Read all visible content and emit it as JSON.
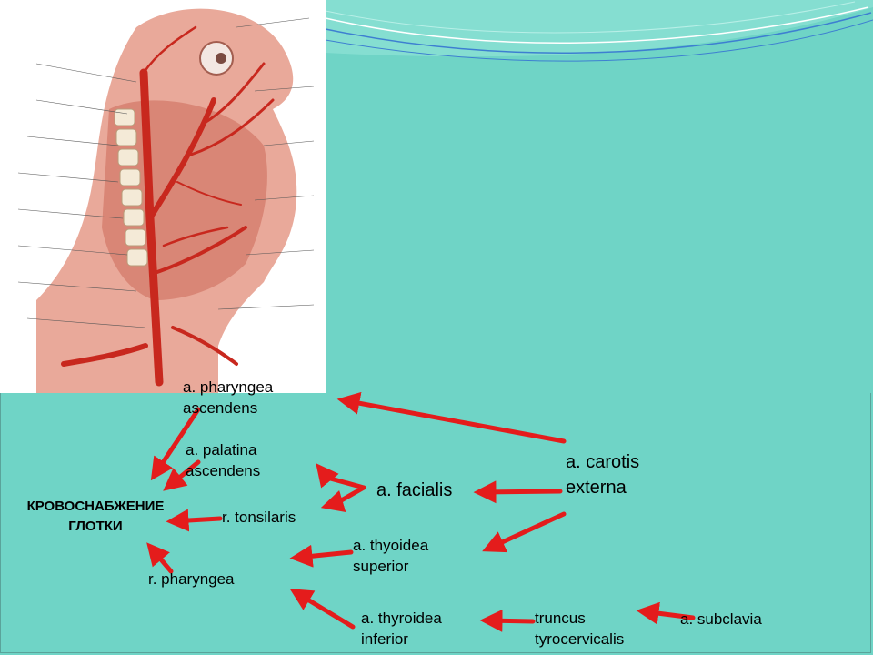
{
  "colors": {
    "background": "#6fd4c6",
    "arrow": "#e41c1c",
    "text": "#000000"
  },
  "figure": {
    "kind": "anatomical-illustration",
    "icon": "head-neck-arteries-illustration"
  },
  "chart_data": {
    "type": "diagram",
    "title": "КРОВОСНАБЖЕНИЕ\nГЛОТКИ",
    "nodes": [
      {
        "id": "pharyngea_ascendens",
        "label": "a.  pharyngea\nascendens"
      },
      {
        "id": "palatina_ascendens",
        "label": "a.  palatina\nascendens"
      },
      {
        "id": "carotis_externa",
        "label": "a.  carotis\nexterna"
      },
      {
        "id": "facialis",
        "label": "a. facialis"
      },
      {
        "id": "tonsilaris",
        "label": "r. tonsilaris"
      },
      {
        "id": "thyroidea_superior",
        "label": "a.   thyoidea\nsuperior"
      },
      {
        "id": "pharyngea",
        "label": "r. pharyngea"
      },
      {
        "id": "thyroidea_inferior",
        "label": "a.   thyroidea\ninferior"
      },
      {
        "id": "truncus",
        "label": "truncus\ntyrocervicalis"
      },
      {
        "id": "subclavia",
        "label": "a. subclavia"
      }
    ],
    "edges": [
      {
        "from": "carotis_externa",
        "to": "pharyngea_ascendens"
      },
      {
        "from": "pharyngea_ascendens",
        "to": "title"
      },
      {
        "from": "carotis_externa",
        "to": "facialis"
      },
      {
        "from": "facialis",
        "to": "palatina_ascendens"
      },
      {
        "from": "facialis",
        "to": "tonsilaris"
      },
      {
        "from": "palatina_ascendens",
        "to": "title"
      },
      {
        "from": "tonsilaris",
        "to": "title"
      },
      {
        "from": "carotis_externa",
        "to": "thyroidea_superior"
      },
      {
        "from": "thyroidea_superior",
        "to": "pharyngea"
      },
      {
        "from": "pharyngea",
        "to": "title"
      },
      {
        "from": "subclavia",
        "to": "truncus"
      },
      {
        "from": "truncus",
        "to": "thyroidea_inferior"
      },
      {
        "from": "thyroidea_inferior",
        "to": "pharyngea"
      }
    ]
  }
}
